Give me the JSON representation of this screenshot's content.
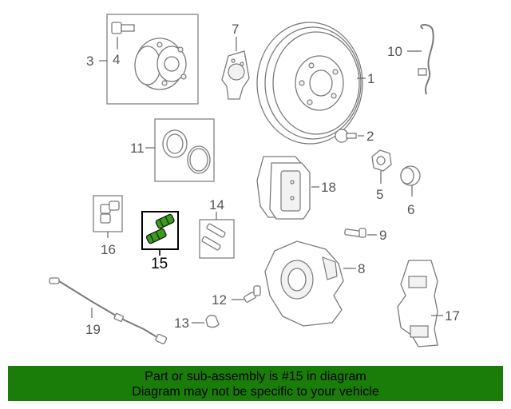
{
  "callouts": {
    "c1": "1",
    "c2": "2",
    "c3": "3",
    "c4": "4",
    "c5": "5",
    "c6": "6",
    "c7": "7",
    "c8": "8",
    "c9": "9",
    "c10": "10",
    "c11": "11",
    "c12": "12",
    "c13": "13",
    "c14": "14",
    "c15": "15",
    "c16": "16",
    "c17": "17",
    "c18": "18",
    "c19": "19"
  },
  "highlight_color": "#3a9a1a",
  "banner": {
    "line1": "Part or sub-assembly is #15 in diagram",
    "line2": "Diagram may not be specific to your vehicle",
    "background": "#1a7d0a"
  }
}
